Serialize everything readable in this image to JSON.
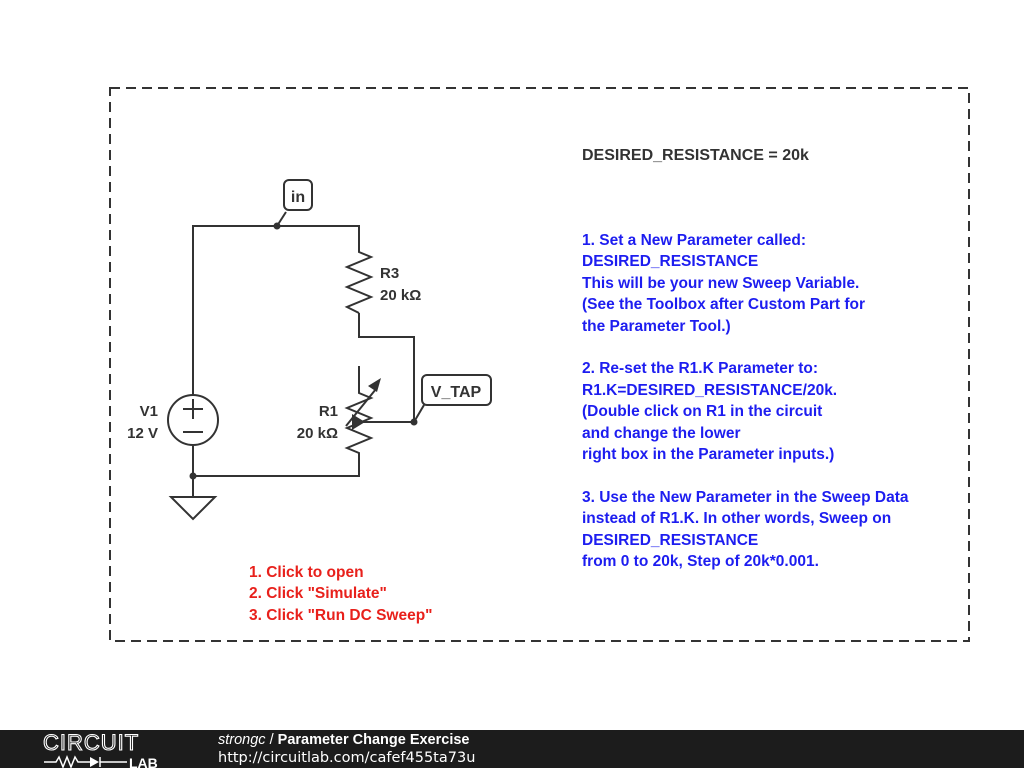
{
  "parameter_line": "DESIRED_RESISTANCE = 20k",
  "instructions": [
    "1. Set a New Parameter called:",
    "DESIRED_RESISTANCE",
    "This will be your new Sweep Variable.",
    "(See the Toolbox after Custom Part for",
    "the Parameter Tool.)",
    "",
    "2. Re-set the R1.K Parameter to:",
    "R1.K=DESIRED_RESISTANCE/20k.",
    "(Double click on R1 in the circuit",
    "and change the lower",
    "right box in the Parameter inputs.)",
    "",
    "3. Use the New Parameter in the Sweep Data",
    "instead of R1.K. In other words, Sweep on",
    "DESIRED_RESISTANCE",
    "from 0 to 20k, Step of 20k*0.001."
  ],
  "steps": [
    "1. Click to open",
    "2. Click \"Simulate\"",
    "3. Click \"Run DC Sweep\""
  ],
  "circuit": {
    "node_in": "in",
    "node_vtap": "V_TAP",
    "v1_name": "V1",
    "v1_value": "12 V",
    "r3_name": "R3",
    "r3_value": "20 kΩ",
    "r1_name": "R1",
    "r1_value": "20 kΩ"
  },
  "footer": {
    "logo_top": "CIRCUIT",
    "logo_bottom": "LAB",
    "author": "strongc",
    "separator": " / ",
    "title": "Parameter Change Exercise",
    "url": "http://circuitlab.com/cafef455ta73u"
  },
  "colors": {
    "wire": "#333333",
    "blue_text": "#1d1df0",
    "red_text": "#e8201b",
    "footer_bg": "#1c1c1c"
  }
}
